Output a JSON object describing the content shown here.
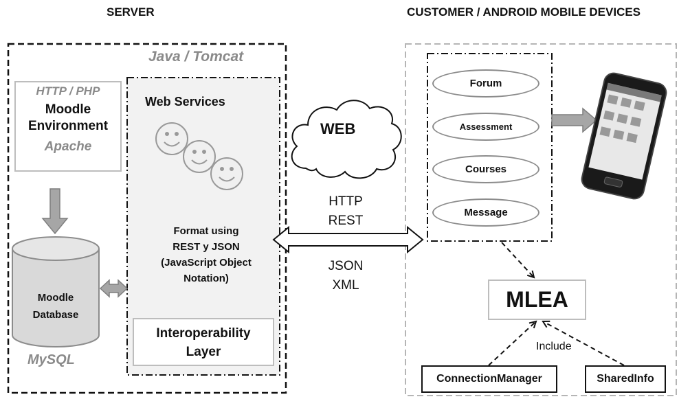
{
  "headings": {
    "server": "SERVER",
    "customer": "CUSTOMER / ANDROID MOBILE DEVICES"
  },
  "server": {
    "container_label": "Java / Tomcat",
    "moodle_env": {
      "protocol": "HTTP / PHP",
      "title_line1": "Moodle",
      "title_line2": "Environment",
      "server_name": "Apache"
    },
    "database": {
      "line1": "Moodle",
      "line2": "Database",
      "engine": "MySQL"
    },
    "web_services": {
      "title": "Web Services",
      "format_lines": [
        "Format using",
        "REST y JSON",
        "(JavaScript Object",
        "Notation)"
      ]
    },
    "interoperability": {
      "line1": "Interoperability",
      "line2": "Layer"
    }
  },
  "network": {
    "cloud_label": "WEB",
    "protocols_top": [
      "HTTP",
      "REST"
    ],
    "protocols_bottom": [
      "JSON",
      "XML"
    ]
  },
  "client": {
    "modules": [
      "Forum",
      "Assessment",
      "Courses",
      "Message"
    ],
    "mlea": "MLEA",
    "include_label": "Include",
    "components": [
      "ConnectionManager",
      "SharedInfo"
    ]
  },
  "colors": {
    "grey_arrow": "#a6a6a6",
    "panel_fill": "#f2f2f2",
    "border_grey": "#bdbdbd"
  }
}
